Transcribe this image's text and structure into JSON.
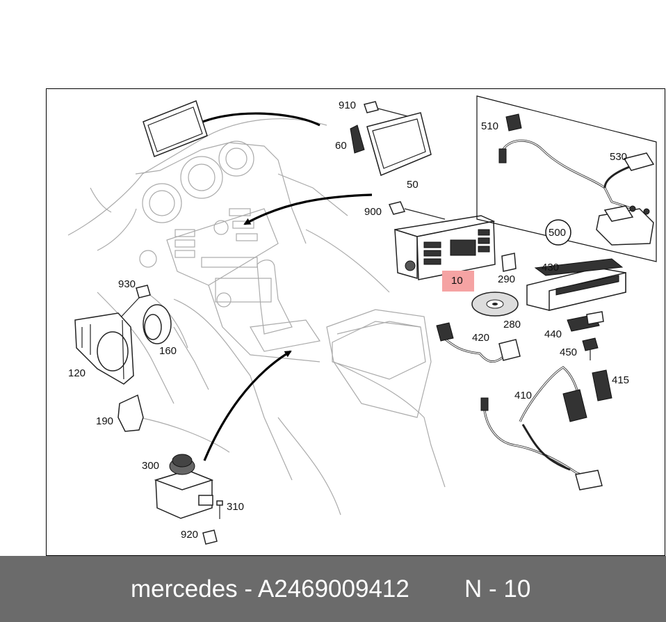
{
  "diagram": {
    "labels": {
      "l910": "910",
      "l60": "60",
      "l50": "50",
      "l900": "900",
      "l10": "10",
      "l290": "290",
      "l280": "280",
      "l510": "510",
      "l530": "530",
      "l500": "500",
      "l430": "430",
      "l440": "440",
      "l450": "450",
      "l420": "420",
      "l415": "415",
      "l410": "410",
      "l930": "930",
      "l160": "160",
      "l120": "120",
      "l190": "190",
      "l300": "300",
      "l310": "310",
      "l920": "920"
    },
    "highlight_color": "#f5a3a3"
  },
  "footer": {
    "left_text": "mercedes - A2469009412",
    "right_text": "N - 10"
  }
}
